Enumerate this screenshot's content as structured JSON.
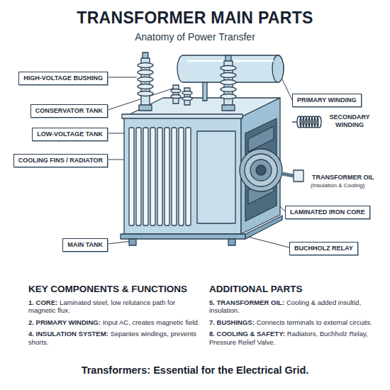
{
  "diagram": {
    "title": "TRANSFORMER MAIN PARTS",
    "caption": "Transformers: Essential for the Electrical Grid.",
    "nodes": [
      {
        "text": [
          "HIGH-VOLTAGE BUSHING"
        ]
      },
      {
        "text": [
          "PRIMARY WINDING"
        ]
      },
      {
        "text": [
          "CONSERVATOR TANK"
        ]
      },
      {
        "text": [
          "LOW-VOLTAGE TANK"
        ]
      },
      {
        "text": [
          "COOLING FINS / RADIATOR"
        ]
      },
      {
        "text": [
          "LAMINATED IRON CORE"
        ]
      },
      {
        "text": [
          "MAIN TANK"
        ]
      },
      {
        "text": [
          "BUCHHOLZ RELAY"
        ]
      }
    ],
    "labels": [
      "Anatomy of Power Transfer",
      "SECONDARY WINDING",
      "TRANSFORMER OIL",
      "(Insulation & Cooling)",
      "KEY COMPONENTS & FUNCTIONS",
      "1. CORE:",
      "Laminated steel, low relutance path for magnetic flux.",
      "2. PRIMARY WINDING:",
      "Input AC, creates magnetic field.",
      "4. INSULATION SYSTEM:",
      "Sepantes windings, prevents shorts.",
      "ADDITIONAL PARTS",
      "5. TRANSFORMER OIL:",
      "Cooling & added insultid, insulation.",
      "7. BUSHINGS:",
      "Connects terminals to external circuits.",
      "8. COOLING & SAFETY:",
      "Radiators, Buchholz Relay, Pressure Relief Valve."
    ]
  }
}
